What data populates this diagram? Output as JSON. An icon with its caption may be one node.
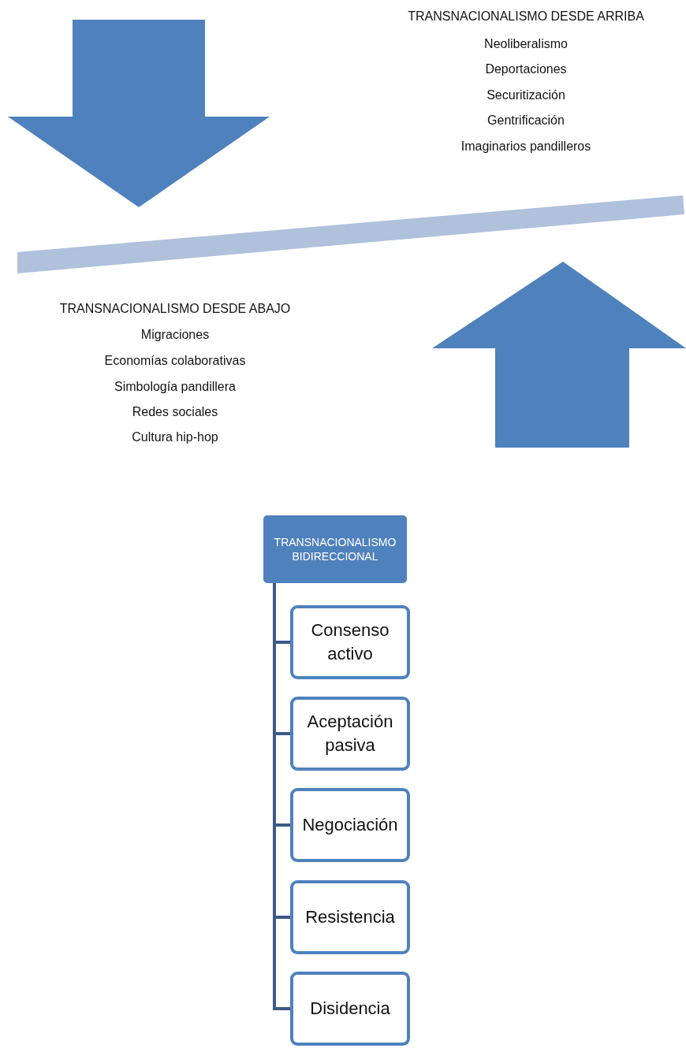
{
  "diagram": {
    "nodes": [
      {
        "text": [
          "TRANSNACIONALISMO BIDIRECCIONAL"
        ]
      },
      {
        "text": [
          "Consenso activo"
        ]
      },
      {
        "text": [
          "Aceptación pasiva"
        ]
      },
      {
        "text": [
          "Negociación"
        ]
      },
      {
        "text": [
          "Resistencia"
        ]
      },
      {
        "text": [
          "Disidencia"
        ]
      }
    ],
    "edges": [
      {
        "from": 0,
        "to": 1,
        "arrow": "none"
      },
      {
        "from": 0,
        "to": 2,
        "arrow": "none"
      },
      {
        "from": 0,
        "to": 3,
        "arrow": "none"
      },
      {
        "from": 0,
        "to": 4,
        "arrow": "none"
      },
      {
        "from": 0,
        "to": 5,
        "arrow": "none"
      }
    ],
    "labels": [
      "TRANSNACIONALISMO DESDE ARRIBA",
      "Neoliberalismo",
      "Deportaciones",
      "Securitización",
      "Gentrificación",
      "Imaginarios pandilleros",
      "TRANSNACIONALISMO DESDE ABAJO",
      "Migraciones",
      "Economías colaborativas",
      "Simbología pandillera",
      "Redes sociales",
      "Cultura hip-hop"
    ]
  }
}
